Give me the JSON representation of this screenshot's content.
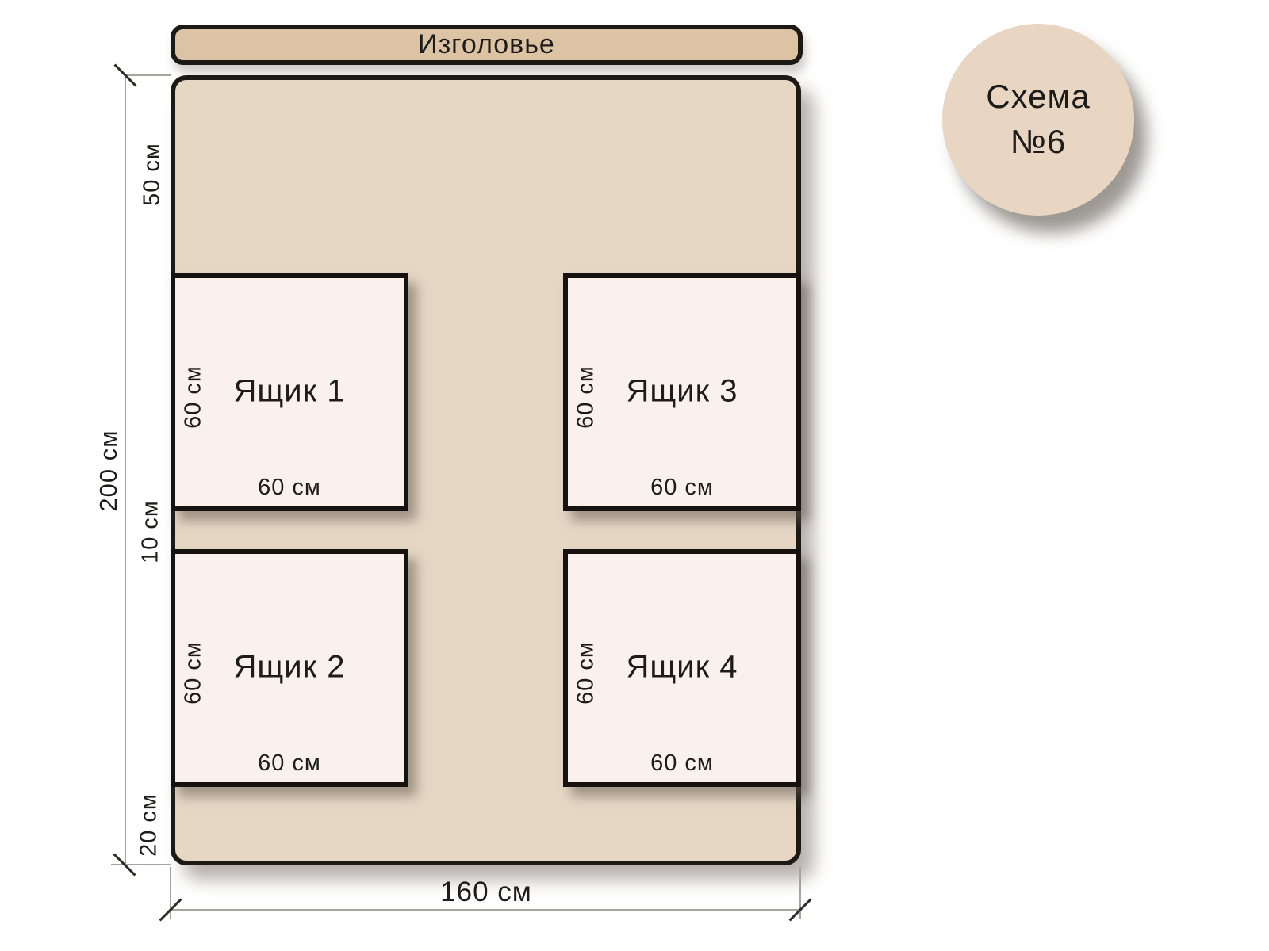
{
  "headboard": {
    "label": "Изголовье"
  },
  "badge": {
    "line1": "Схема",
    "line2": "№6"
  },
  "drawers": [
    {
      "label": "Ящик 1",
      "width_label": "60 см",
      "height_label": "60 см"
    },
    {
      "label": "Ящик 2",
      "width_label": "60 см",
      "height_label": "60 см"
    },
    {
      "label": "Ящик 3",
      "width_label": "60 см",
      "height_label": "60 см"
    },
    {
      "label": "Ящик 4",
      "width_label": "60 см",
      "height_label": "60 см"
    }
  ],
  "dimensions": {
    "total_height": "200 см",
    "head_offset": "50 см",
    "row_gap": "10 см",
    "foot_offset": "20 см",
    "total_width": "160 см"
  },
  "colors": {
    "headboard_fill": "#dcc3a3",
    "bed_fill": "#e6d7c5",
    "drawer_fill": "#faf1ec",
    "badge_fill": "#e9d6c2",
    "outline": "#1d1a16",
    "dimension_line": "#a9a49d",
    "text": "#1d1c1a"
  }
}
